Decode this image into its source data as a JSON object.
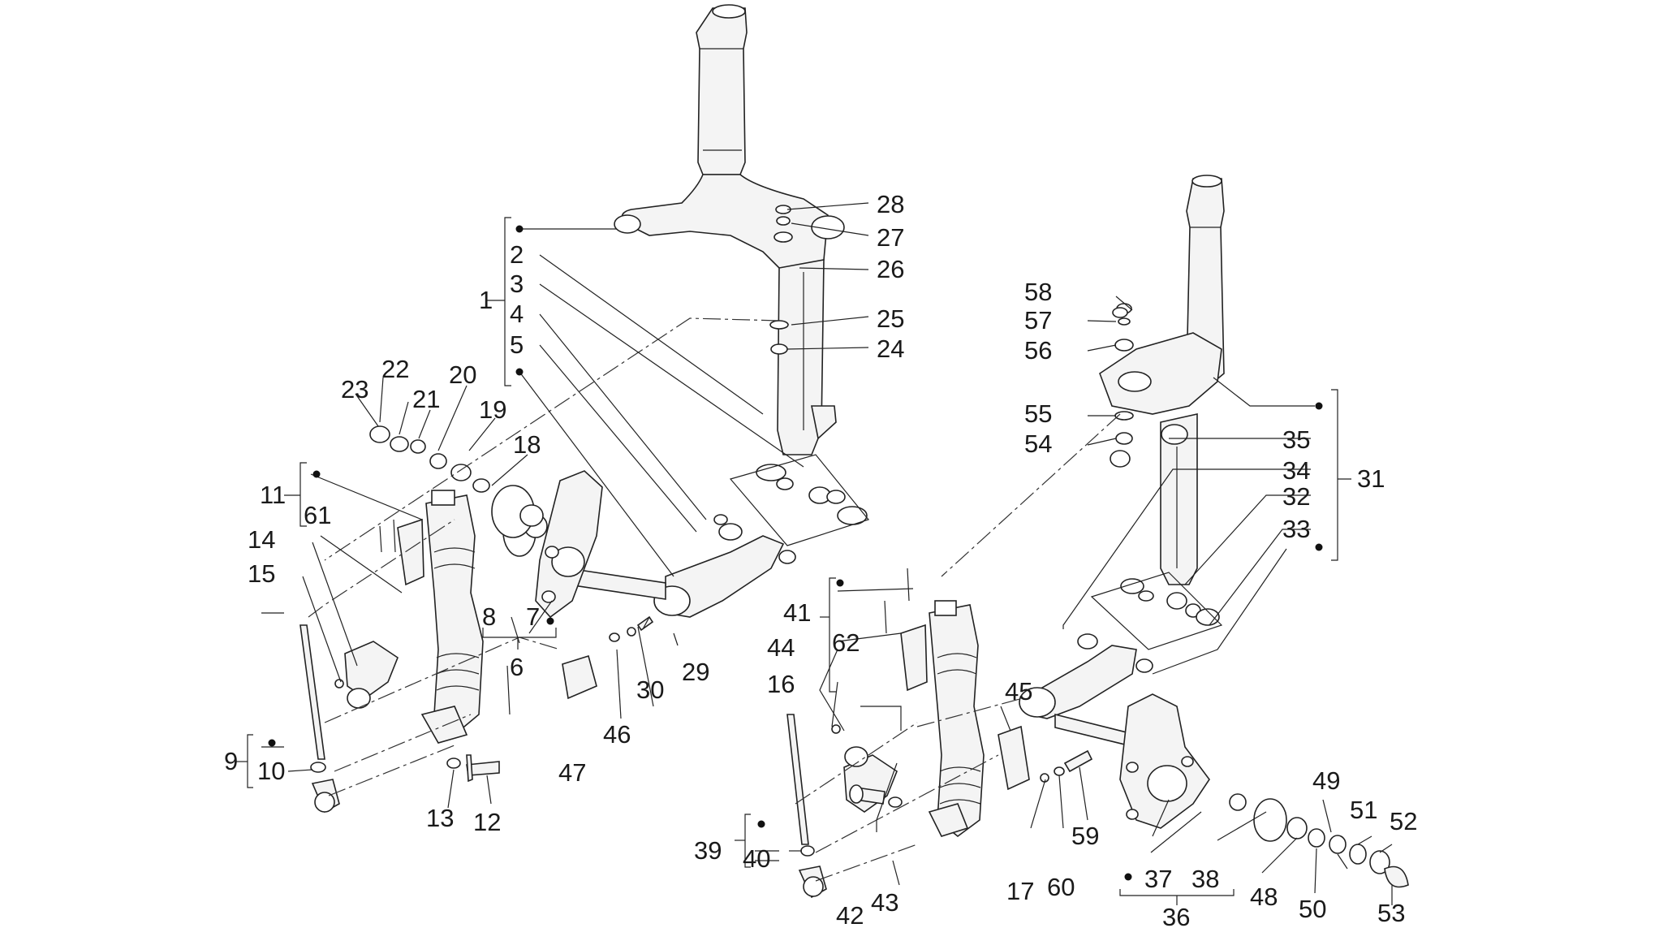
{
  "diagram": {
    "labels": {
      "l1": "1",
      "l2": "2",
      "l3": "3",
      "l4": "4",
      "l5": "5",
      "l6": "6",
      "l7": "7",
      "l8": "8",
      "l9": "9",
      "l10": "10",
      "l11": "11",
      "l12": "12",
      "l13": "13",
      "l14": "14",
      "l15": "15",
      "l16": "16",
      "l17": "17",
      "l18": "18",
      "l19": "19",
      "l20": "20",
      "l21": "21",
      "l22": "22",
      "l23": "23",
      "l24": "24",
      "l25": "25",
      "l26": "26",
      "l27": "27",
      "l28": "28",
      "l29": "29",
      "l30": "30",
      "l31": "31",
      "l32": "32",
      "l33": "33",
      "l34": "34",
      "l35": "35",
      "l36": "36",
      "l37": "37",
      "l38": "38",
      "l39": "39",
      "l40": "40",
      "l41": "41",
      "l42": "42",
      "l43": "43",
      "l44": "44",
      "l45": "45",
      "l46": "46",
      "l47": "47",
      "l48": "48",
      "l49": "49",
      "l50": "50",
      "l51": "51",
      "l52": "52",
      "l53": "53",
      "l54": "54",
      "l55": "55",
      "l56": "56",
      "l57": "57",
      "l58": "58",
      "l59": "59",
      "l60": "60",
      "l61": "61",
      "l62": "62"
    }
  }
}
